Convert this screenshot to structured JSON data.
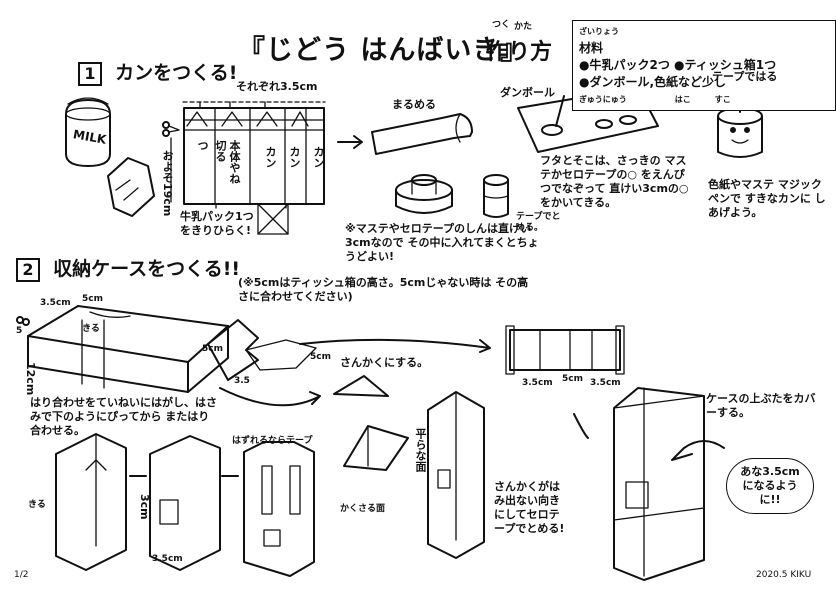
{
  "header": {
    "title": "『じどう はんばいき』",
    "title_suffix": "作り方",
    "furigana_tsukuri": "つく",
    "furigana_kata": "かた"
  },
  "materials": {
    "label": "材料",
    "furigana": "ざいりょう",
    "line1": "●牛乳パック2つ ●ティッシュ箱1つ",
    "line2": "●ダンボール,色紙など少し",
    "furigana_line": "ぎゅうにゅう　　　　　　はこ　　　すこ"
  },
  "section1": {
    "number": "1",
    "title": "カンをつくる!",
    "milk_label": "MILK",
    "each_width": "それぞれ3.5cm",
    "height_label": "およそ19cm",
    "panel_body": "本体やね",
    "panel_can1": "カン",
    "panel_can2": "カン",
    "panel_can3": "カン",
    "panel_marker": "つ",
    "panel_cut": "切る",
    "carton_caption": "牛乳パック1つをきりひらく!",
    "roll_caption": "まるめる",
    "note": "※マステやセロテープのしんは直けい3cmなので その中に入れてまくとちょうどよい!",
    "tape_caption": "テープでとめる。",
    "cardboard_caption": "ダンボール",
    "hole_caption": "フタとそこは、さっきの マステかセロテープの○ をえんぴつでなぞって 直けい3cmの○ をかいてきる。",
    "tape_wrap": "テープではる",
    "finish_caption": "色紙やマステ マジックペンで すきなカンに しあげよう。"
  },
  "section2": {
    "number": "2",
    "title": "収納ケースをつくる!!",
    "note": "(※5cmはティッシュ箱の高さ。5cmじゃない時は その高さに合わせてください)",
    "dim_35a": "3.5cm",
    "dim_5a": "5cm",
    "dim_5b": "5",
    "dim_12": "12cm",
    "cut_label": "きる",
    "dim_5c": "5cm",
    "dim_5d": "5cm",
    "dim_35b": "3.5",
    "triangle_caption": "さんかくにする。",
    "flat_face": "平らな面",
    "hidden_face": "かくさる面",
    "peel_caption": "はり合わせをていねいにはがし、はさみで下のようにぴってから またはり合わせる。",
    "dim_3cm": "3cm",
    "dim_35c": "3.5cm",
    "tape_hint": "はずれるならテープ",
    "kiru2": "きる",
    "dim_35d": "3.5cm",
    "dim_5e": "5cm",
    "dim_35e": "3.5cm",
    "triangle_tip": "さんかくがはみ出ない向きにしてセロテープでとめる!",
    "cover_caption": "ケースの上ぶたをカバーする。",
    "hole_bubble": "あな3.5cmになるように!!"
  },
  "footer": {
    "page": "1/2",
    "credit": "2020.5 KIKU"
  }
}
